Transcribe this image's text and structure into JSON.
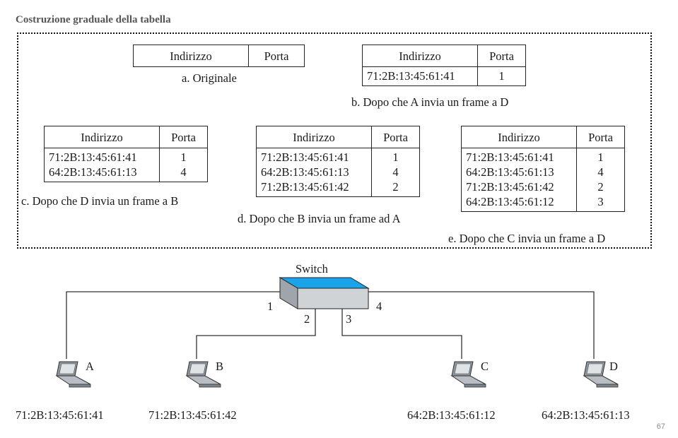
{
  "title": "Costruzione graduale della tabella",
  "table_headers": {
    "address": "Indirizzo",
    "port": "Porta"
  },
  "tables": {
    "a": {
      "caption": "a. Originale",
      "rows": []
    },
    "b": {
      "caption": "b. Dopo che A invia un frame a D",
      "rows": [
        {
          "addr": "71:2B:13:45:61:41",
          "port": "1"
        }
      ]
    },
    "c": {
      "caption": "c. Dopo che D invia un frame a B",
      "rows": [
        {
          "addr": "71:2B:13:45:61:41",
          "port": "1"
        },
        {
          "addr": "64:2B:13:45:61:13",
          "port": "4"
        }
      ]
    },
    "d": {
      "caption": "d. Dopo che B invia un frame ad A",
      "rows": [
        {
          "addr": "71:2B:13:45:61:41",
          "port": "1"
        },
        {
          "addr": "64:2B:13:45:61:13",
          "port": "4"
        },
        {
          "addr": "71:2B:13:45:61:42",
          "port": "2"
        }
      ]
    },
    "e": {
      "caption": "e. Dopo che C invia un frame a D",
      "rows": [
        {
          "addr": "71:2B:13:45:61:41",
          "port": "1"
        },
        {
          "addr": "64:2B:13:45:61:13",
          "port": "4"
        },
        {
          "addr": "71:2B:13:45:61:42",
          "port": "2"
        },
        {
          "addr": "64:2B:13:45:61:12",
          "port": "3"
        }
      ]
    }
  },
  "switch": {
    "label": "Switch",
    "ports": [
      "1",
      "2",
      "3",
      "4"
    ],
    "top_color": "#1aa3e8"
  },
  "hosts": {
    "A": {
      "name": "A",
      "mac": "71:2B:13:45:61:41"
    },
    "B": {
      "name": "B",
      "mac": "71:2B:13:45:61:42"
    },
    "C": {
      "name": "C",
      "mac": "64:2B:13:45:61:12"
    },
    "D": {
      "name": "D",
      "mac": "64:2B:13:45:61:13"
    }
  },
  "page_number": "67"
}
